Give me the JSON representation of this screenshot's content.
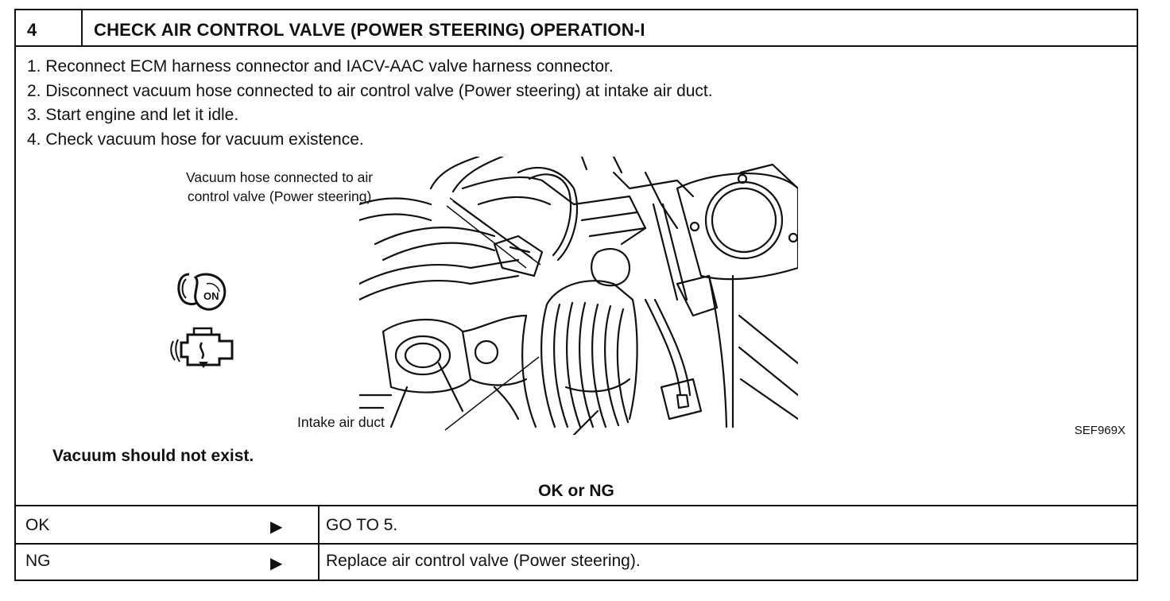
{
  "header": {
    "step_number": "4",
    "title": "CHECK AIR CONTROL VALVE (POWER STEERING) OPERATION-I"
  },
  "procedure": {
    "steps": [
      "1.  Reconnect ECM harness connector and IACV-AAC valve harness connector.",
      "2.  Disconnect vacuum hose connected to air control valve (Power steering) at intake air duct.",
      "3.  Start engine and let it idle.",
      "4.  Check vacuum hose for vacuum existence."
    ]
  },
  "illustration": {
    "callout_hose_line1": "Vacuum hose connected to air",
    "callout_hose_line2": "control valve (Power steering)",
    "callout_duct": "Intake air duct",
    "ignition_label": "ON",
    "figure_code": "SEF969X",
    "icons": [
      "ignition-key-on-icon",
      "engine-running-icon"
    ]
  },
  "result": {
    "text": "Vacuum should not exist."
  },
  "decision": {
    "header": "OK or NG",
    "rows": [
      {
        "key": "OK",
        "arrow": "▶",
        "action": "GO TO 5."
      },
      {
        "key": "NG",
        "arrow": "▶",
        "action": "Replace air control valve (Power steering)."
      }
    ]
  }
}
